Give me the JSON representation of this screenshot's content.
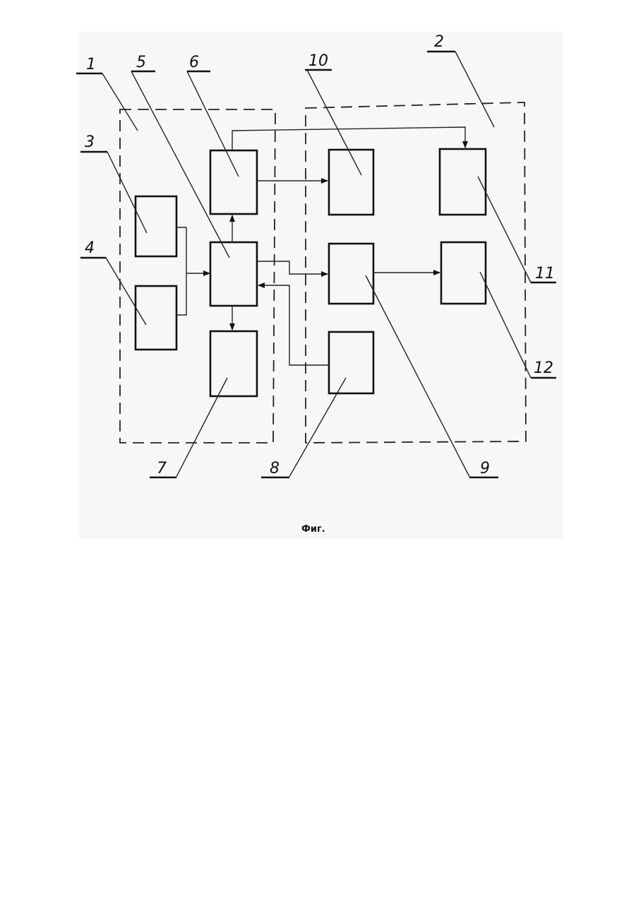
{
  "figure": {
    "caption": "Фиг.",
    "labels": {
      "l1": "1",
      "l2": "2",
      "l3": "3",
      "l4": "4",
      "l5": "5",
      "l6": "6",
      "l7": "7",
      "l8": "8",
      "l9": "9",
      "l10": "10",
      "l11": "11",
      "l12": "12"
    }
  }
}
